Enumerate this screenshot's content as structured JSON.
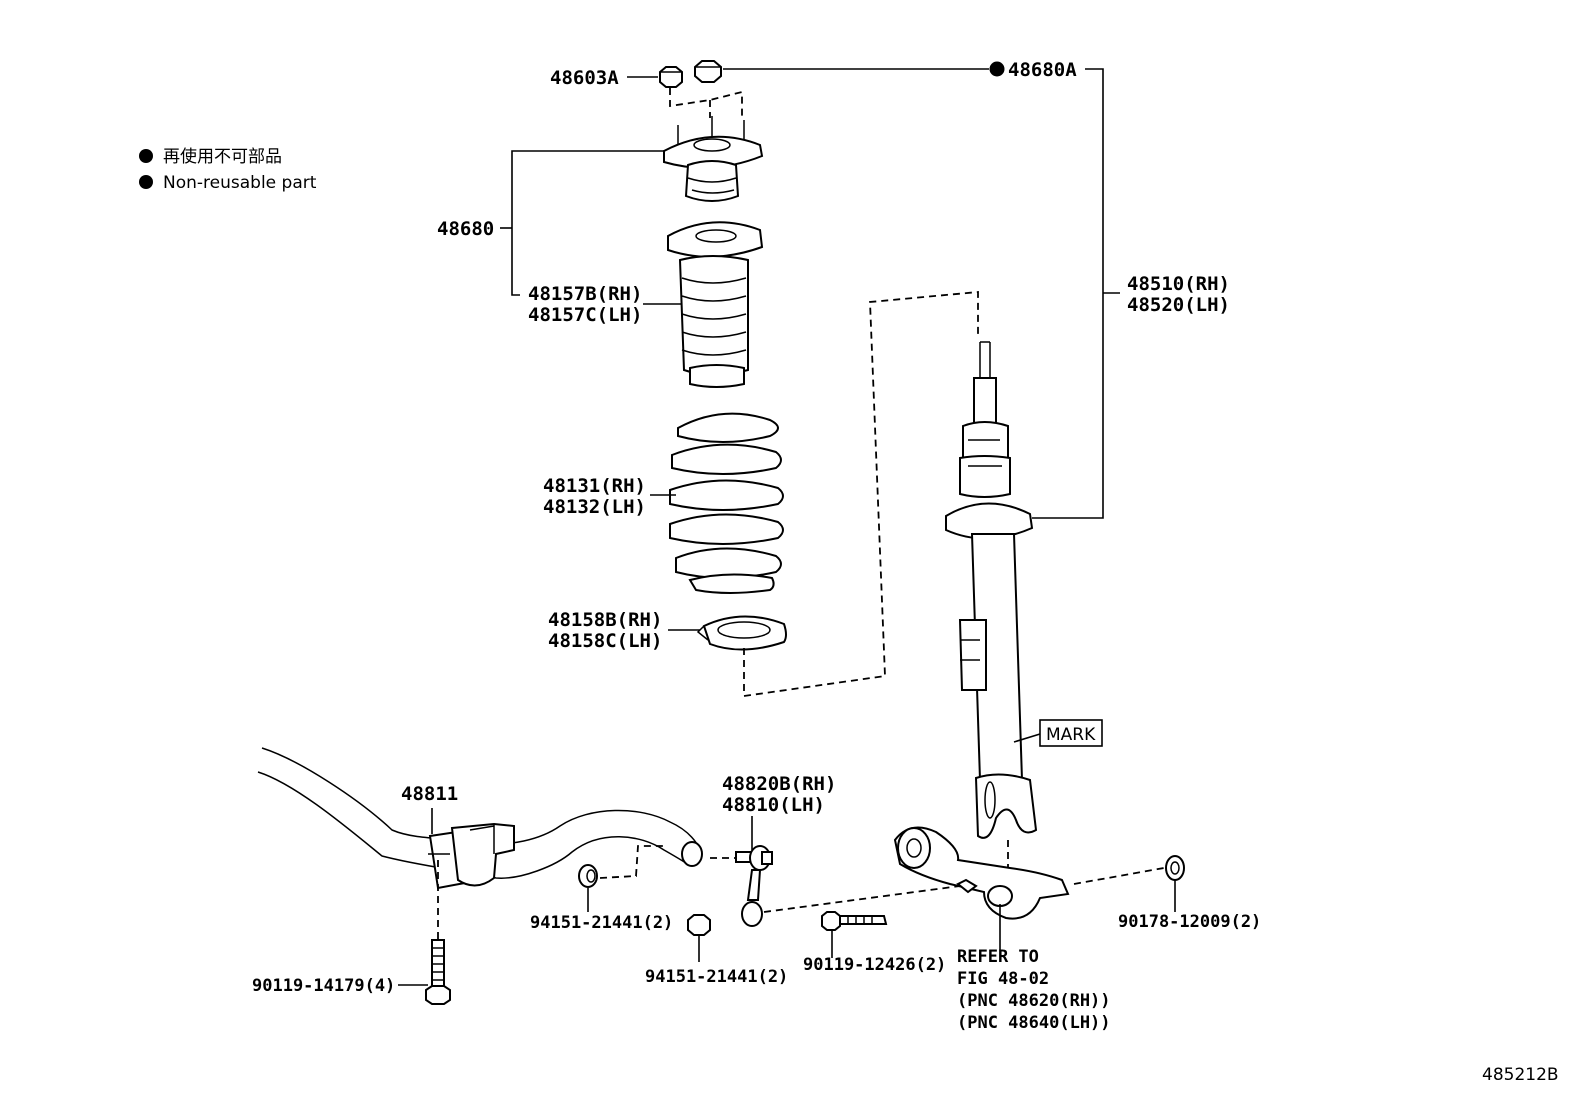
{
  "legend": {
    "line_jp": "再使用不可部品",
    "line_en": "Non-reusable part"
  },
  "diagram_id": "485212B",
  "labels": {
    "nut_a": "48603A",
    "nut_b": "48680A",
    "support": "48680",
    "bumper_rh": "48157B(RH)",
    "bumper_lh": "48157C(LH)",
    "strut_rh": "48510(RH)",
    "strut_lh": "48520(LH)",
    "spring_rh": "48131(RH)",
    "spring_lh": "48132(LH)",
    "seat_rh": "48158B(RH)",
    "seat_lh": "48158C(LH)",
    "mark": "MARK",
    "stabilizer": "48811",
    "link_rh": "48820B(RH)",
    "link_lh": "48810(LH)",
    "nut_upper": "94151-21441(2)",
    "nut_lower": "94151-21441(2)",
    "bolt_stab": "90119-14179(4)",
    "bolt_arm": "90119-12426(2)",
    "nut_arm": "90178-12009(2)",
    "refer_1": "REFER TO",
    "refer_2": "FIG 48-02",
    "refer_3": "(PNC 48620(RH))",
    "refer_4": "(PNC 48640(LH))"
  }
}
